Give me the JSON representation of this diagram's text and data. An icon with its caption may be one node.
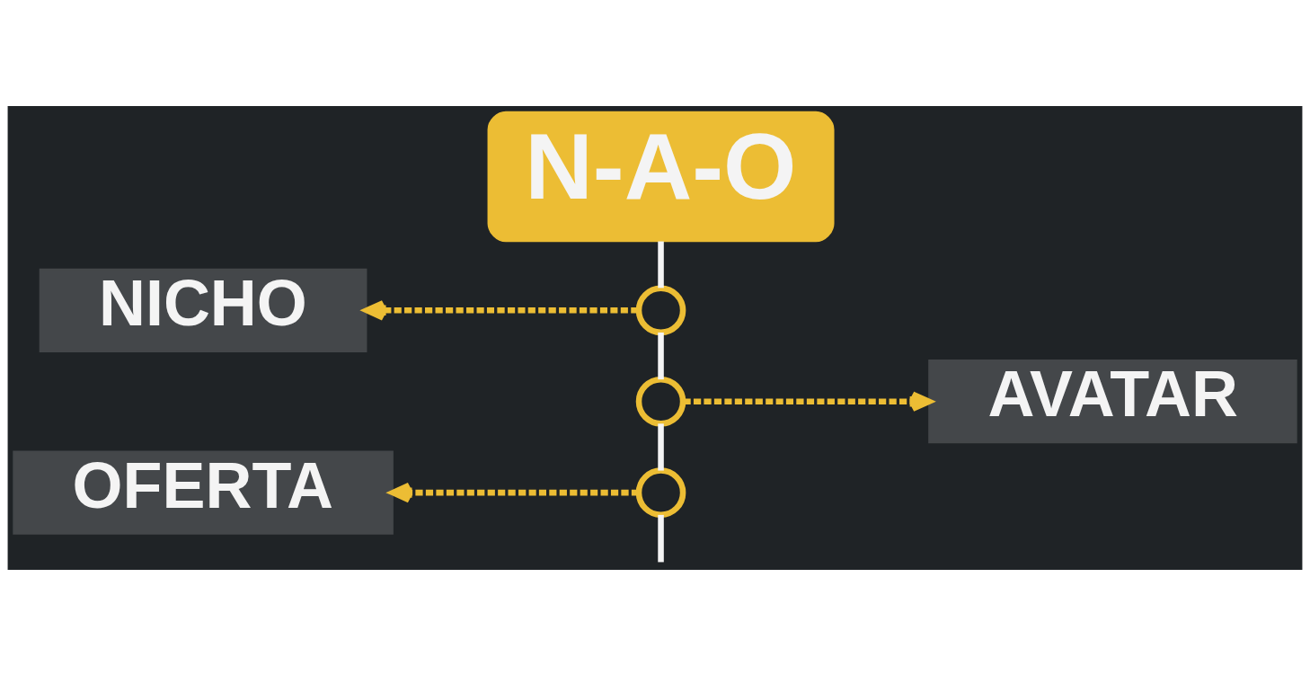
{
  "diagram": {
    "nodes": [
      {
        "text": [
          "N-A-O"
        ]
      },
      {
        "text": [],
        "shape": "circle"
      },
      {
        "text": [
          "NICHO"
        ]
      },
      {
        "text": [],
        "shape": "circle"
      },
      {
        "text": [
          "AVATAR"
        ]
      },
      {
        "text": [],
        "shape": "circle"
      },
      {
        "text": [
          "OFERTA"
        ]
      }
    ],
    "edges": [
      {
        "from": 0,
        "to": 1,
        "arrow": "none"
      },
      {
        "from": 1,
        "to": 3,
        "arrow": "none"
      },
      {
        "from": 3,
        "to": 5,
        "arrow": "none"
      },
      {
        "from": 5,
        "to": null,
        "arrow": "none"
      },
      {
        "from": 1,
        "to": 2,
        "arrow": "to",
        "style": "dashed",
        "color": "#ecbd34"
      },
      {
        "from": 3,
        "to": 4,
        "arrow": "to",
        "style": "dashed",
        "color": "#ecbd34"
      },
      {
        "from": 5,
        "to": 6,
        "arrow": "to",
        "style": "dashed",
        "color": "#ecbd34"
      }
    ]
  }
}
